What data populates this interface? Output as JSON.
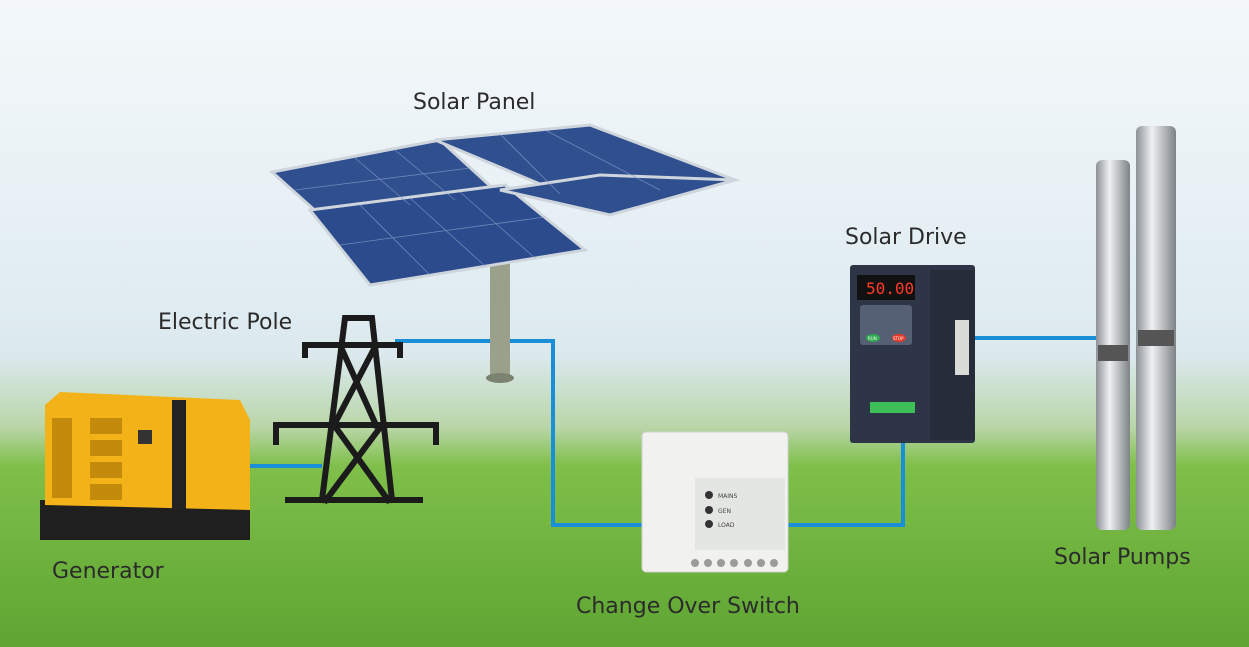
{
  "labels": {
    "solar_panel": "Solar Panel",
    "electric_pole": "Electric Pole",
    "solar_drive": "Solar Drive",
    "generator": "Generator",
    "change_over_switch": "Change Over Switch",
    "solar_pumps": "Solar Pumps"
  },
  "drive_display": "50.00",
  "drive_buttons": {
    "run": "RUN",
    "stop": "STOP"
  },
  "switch_indicators": [
    "MAINS",
    "GEN",
    "LOAD"
  ],
  "colors": {
    "connector": "#1a8fd8",
    "generator": "#f2b218",
    "drive": "#2e3546",
    "panel": "#2f4f8f"
  }
}
